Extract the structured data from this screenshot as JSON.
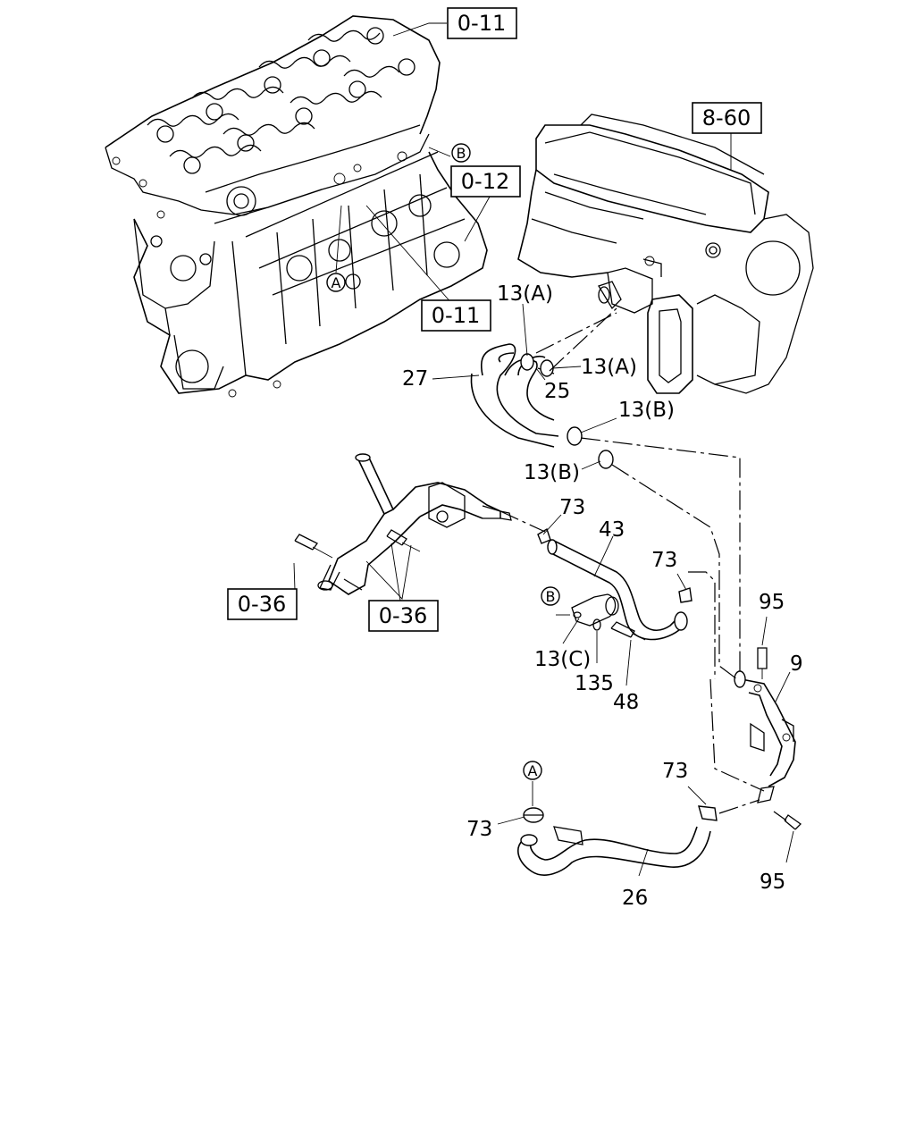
{
  "boxed_refs": {
    "engine_top": "0-11",
    "intake_manifold": "8-60",
    "engine_side": "0-12",
    "engine_bottom": "0-11",
    "bolt_left": "0-36",
    "bolt_right": "0-36"
  },
  "circle_refs": {
    "b_engine": "B",
    "a_engine": "A",
    "b_clamp": "B",
    "a_hose": "A"
  },
  "part_labels": {
    "p13a_top": "13(A)",
    "p13a_right": "13(A)",
    "p27": "27",
    "p25": "25",
    "p13b_top": "13(B)",
    "p13b_bottom": "13(B)",
    "p73_pipe": "73",
    "p43": "43",
    "p73_hose43": "73",
    "p13c": "13(C)",
    "p135": "135",
    "p48": "48",
    "p95_top": "95",
    "p9": "9",
    "p73_lower": "73",
    "p73_hose26": "73",
    "p26": "26",
    "p95_bottom": "95"
  }
}
